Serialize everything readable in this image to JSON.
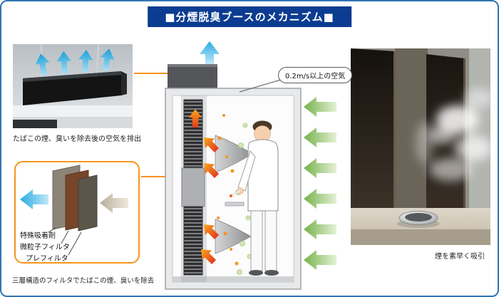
{
  "title": "■分煙脱臭ブースのメカニズム■",
  "left_photo": {
    "caption": "たばこの煙、臭いを除去後の空気を排出"
  },
  "filter_box": {
    "labels": [
      "特殊吸着剤",
      "微粒子フィルタ",
      "プレフィルタ"
    ],
    "caption": "三層構造のフィルタでたばこの煙、臭いを除去"
  },
  "booth": {
    "callout": "0.2m/s以上の空気"
  },
  "right_photo": {
    "caption": "煙を素早く吸引"
  },
  "colors": {
    "border_blue": "#2f75b5",
    "title_bg": "#0b3c91",
    "accent_orange": "#f7941d",
    "arrow_blue": "#29abe2",
    "arrow_green": "#7cb84e",
    "flame_red": "#e23b1e"
  }
}
